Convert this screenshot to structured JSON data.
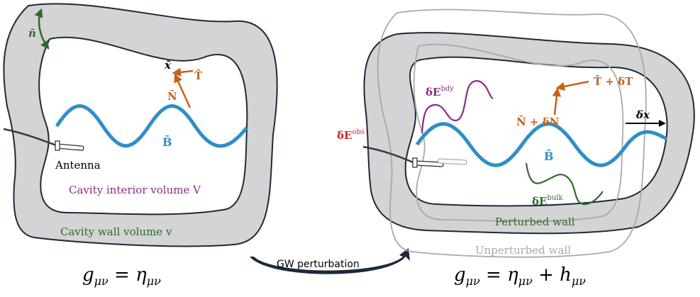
{
  "colors": {
    "wall_fill": "#d4d4d4",
    "outline": "#1b2a3a",
    "field_B": "#2f8fc6",
    "normal_green": "#2e6b2b",
    "orange": "#c7621b",
    "purple": "#8a2d8a",
    "red": "#d0242a",
    "grey": "#a9a9a9",
    "black": "#000000"
  },
  "left": {
    "n_label": "n̄",
    "x_label": "x̄",
    "T_label": "T̄",
    "N_label": "N̄",
    "B_label": "B̄",
    "antenna_label": "Antenna",
    "interior_label": "Cavity interior volume V",
    "wall_label": "Cavity wall volume v",
    "metric_g": "g",
    "metric_eq": " = η",
    "metric_sub": "μν"
  },
  "right": {
    "dE_bdy_base": "δE",
    "dE_bdy_sup": "bdy",
    "dE_obs_base": "δE",
    "dE_obs_sup": "obs",
    "dE_bulk_base": "δE",
    "dE_bulk_sup": "bulk",
    "T_pert_label": "T̄ + δT",
    "N_pert_label": "N̄ + δN",
    "dx_label": "δx",
    "B_label": "B̄",
    "perturbed_wall_label": "Perturbed wall",
    "unperturbed_wall_label": "Unperturbed wall",
    "metric_g": "g",
    "metric_eq": " = η",
    "metric_plus": " + h",
    "metric_sub": "μν"
  },
  "middle": {
    "gw_label": "GW perturbation"
  }
}
